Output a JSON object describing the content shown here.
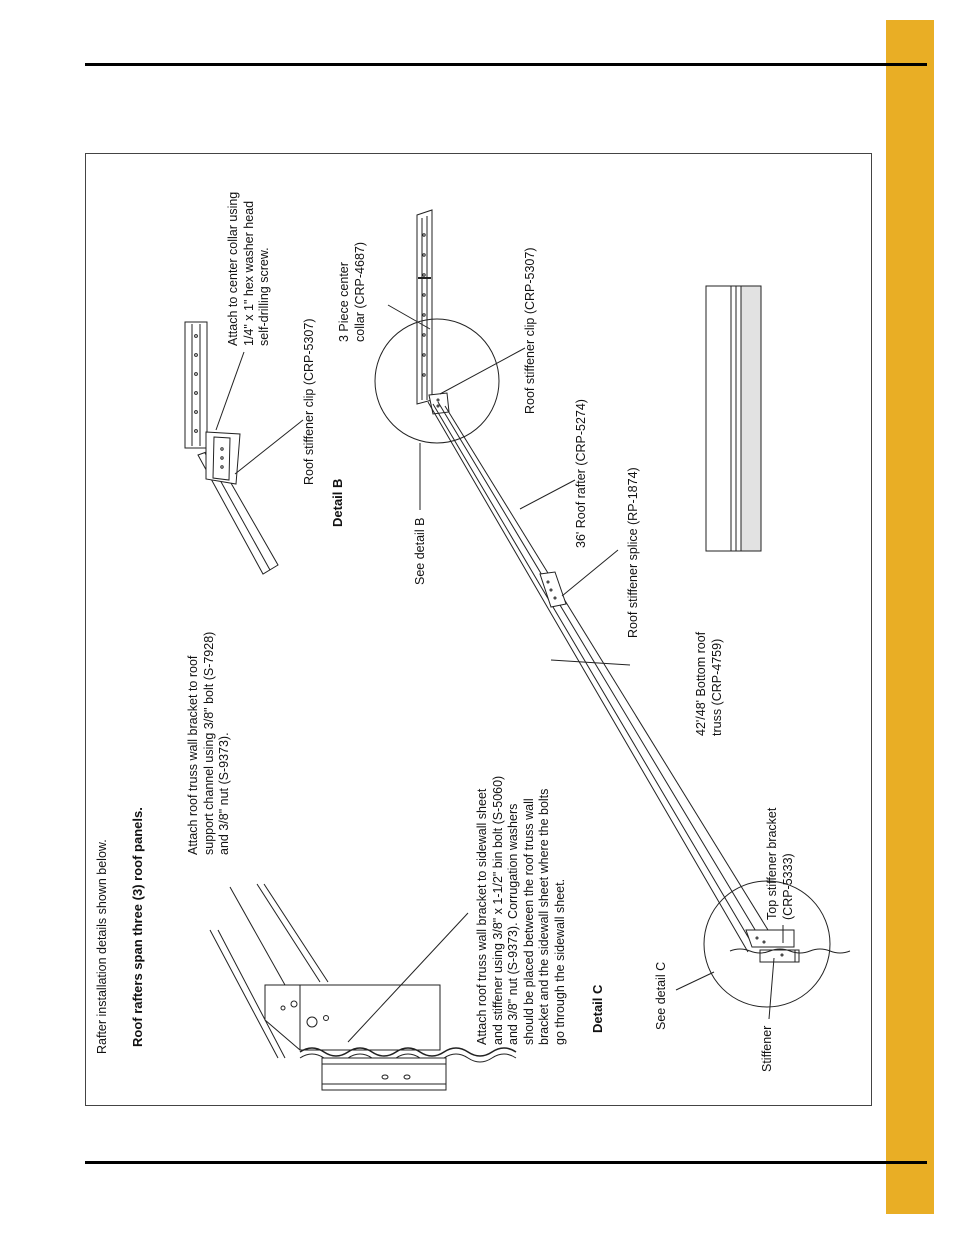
{
  "labels": {
    "intro": "Rafter installation details shown below.",
    "span": "Roof rafters span three (3) roof panels.",
    "note_wall_bracket": "Attach roof truss wall bracket to roof\nsupport channel using 3/8\" bolt (S-7928)\nand 3/8\" nut (S-9373).",
    "note_sidewall": "Attach roof truss wall bracket to sidewall sheet\nand stiffener using 3/8\" x 1-1/2\" bin bolt (S-5060)\nand 3/8\" nut (S-9373). Corrugation washers\nshould be placed between the roof truss wall\nbracket and the sidewall sheet where the bolts\ngo through the sidewall sheet.",
    "detail_c": "Detail C",
    "see_detail_c": "See detail C",
    "stiffener": "Stiffener",
    "top_stiffener_bracket": "Top stiffener bracket\n(CRP-5333)",
    "bottom_roof_truss": "42'/48' Bottom roof\ntruss (CRP-4759)",
    "stiffener_splice": "Roof stiffener splice (RP-1874)",
    "roof_rafter": "36' Roof rafter (CRP-5274)",
    "see_detail_b": "See detail B",
    "detail_b": "Detail B",
    "clip_upper": "Roof stiffener clip (CRP-5307)",
    "clip_lower": "Roof stiffener clip (CRP-5307)",
    "center_collar": "3 Piece center\ncollar (CRP-4687)",
    "attach_center": "Attach to center collar using\n1/4\" x 1\" hex washer head\nself-drilling screw."
  },
  "colors": {
    "tab": "#e9ae25",
    "rule": "#000000",
    "table_shade": "#e2e2e2"
  }
}
